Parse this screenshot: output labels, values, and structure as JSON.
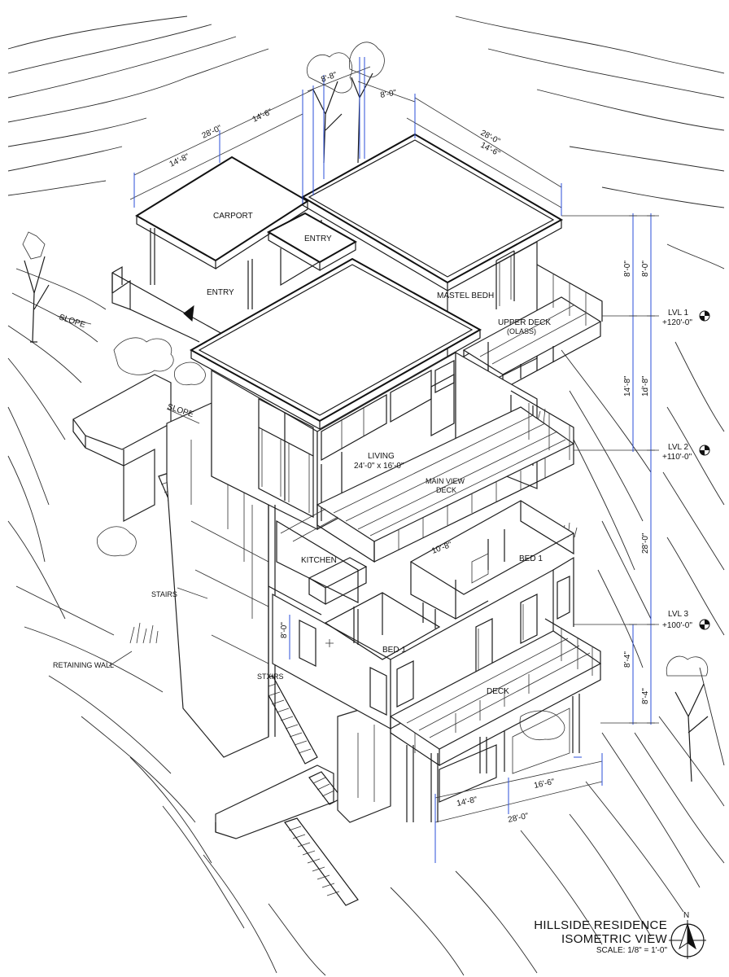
{
  "labels": {
    "carport": "CARPORT",
    "entry_upper": "ENTRY",
    "entry_lower": "ENTRY",
    "master_bed": "MASTEL BEDH",
    "upper_deck": "UPPER DECK",
    "upper_deck_note": "(OLASS)",
    "living": "LIVING",
    "living_dims": "24'-0\" x 16'-0\"",
    "main_view_deck_1": "MAIN VIEW",
    "main_view_deck_2": "DECK",
    "kitchen": "KITCHEN",
    "bed1_a": "BED 1",
    "bed1_b": "BED 1",
    "deck": "DECK",
    "slope_1": "SLOPE",
    "slope_2": "SLOPE",
    "stairs_1": "STAIRS",
    "stairs_2": "STXIRS",
    "retaining_wall": "RETAINING WALL"
  },
  "levels": [
    {
      "name": "LVL 1",
      "elevation": "+120'-0\""
    },
    {
      "name": "LVL 2",
      "elevation": "+110'-0\""
    },
    {
      "name": "LVL 3",
      "elevation": "+100'-0\""
    }
  ],
  "dimensions": {
    "top_left_overall": "28'-0\"",
    "top_left_a": "14'-8\"",
    "top_left_b": "14'-6\"",
    "top_mid": "8'-8\"",
    "top_right_small": "8'-0\"",
    "top_right_overall": "28'-0\"",
    "top_right_part": "14'-6\"",
    "right_v1a": "8'-0\"",
    "right_v1b": "8'-0\"",
    "right_v2a": "14'-8\"",
    "right_v2b": "1d'-8\"",
    "right_overall": "28'-0\"",
    "right_v3a": "8'-4\"",
    "right_v3b": "8'-4\"",
    "bed_height": "8'-0\"",
    "bottom_a": "14'-8\"",
    "bottom_b": "16'-6\"",
    "bottom_overall": "28'-0\"",
    "deck_mid": "10'-8\""
  },
  "title_block": {
    "title": "HILLSIDE RESIDENCE",
    "subtitle": "ISOMETRIC VIEW",
    "scale": "SCALE: 1/8\" = 1'-0\""
  },
  "north_arrow": {
    "letter": "N",
    "icon": "north-arrow-icon"
  }
}
